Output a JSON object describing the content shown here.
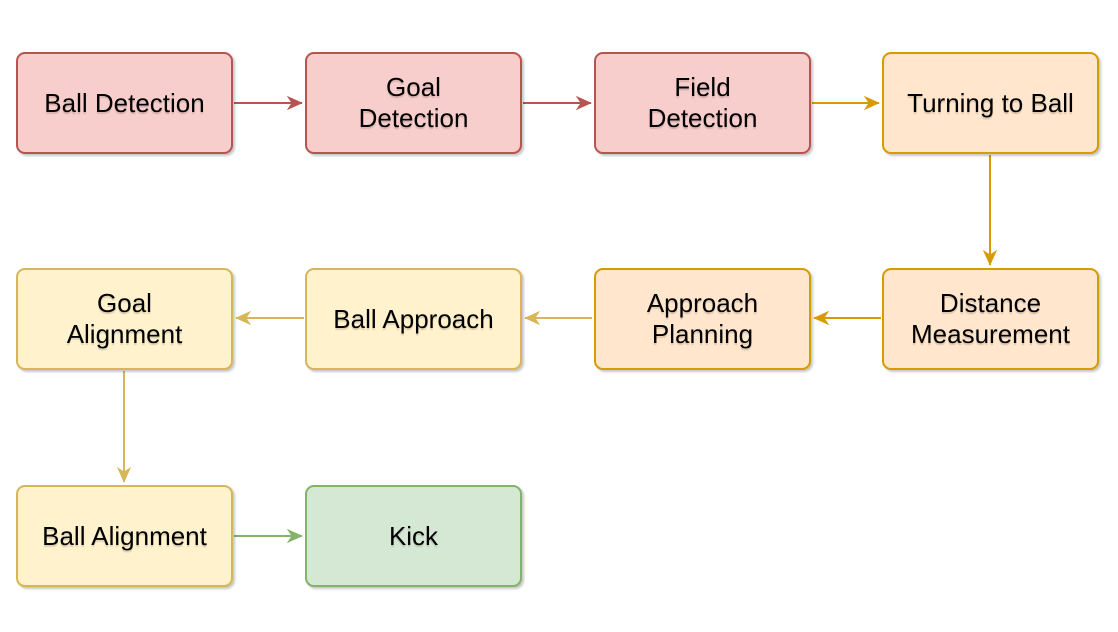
{
  "diagram": {
    "type": "flowchart",
    "background_color": "#ffffff",
    "palette": {
      "red_fill": "#F8CECC",
      "red_stroke": "#B85450",
      "orange_fill": "#FFE6CC",
      "orange_stroke": "#D79B00",
      "yellow_fill": "#FFF2CC",
      "yellow_stroke": "#D6B656",
      "green_fill": "#D5E8D4",
      "green_stroke": "#82B366",
      "text_color": "#000000"
    },
    "nodes": {
      "ball_detection": {
        "label": "Ball Detection",
        "color": "red"
      },
      "goal_detection": {
        "label": "Goal\nDetection",
        "color": "red"
      },
      "field_detection": {
        "label": "Field\nDetection",
        "color": "red"
      },
      "turning_to_ball": {
        "label": "Turning to Ball",
        "color": "orange"
      },
      "distance_measurement": {
        "label": "Distance\nMeasurement",
        "color": "orange"
      },
      "approach_planning": {
        "label": "Approach\nPlanning",
        "color": "orange"
      },
      "ball_approach": {
        "label": "Ball Approach",
        "color": "yellow"
      },
      "goal_alignment": {
        "label": "Goal\nAlignment",
        "color": "yellow"
      },
      "ball_alignment": {
        "label": "Ball Alignment",
        "color": "yellow"
      },
      "kick": {
        "label": "Kick",
        "color": "green"
      }
    },
    "edges": [
      {
        "from": "ball_detection",
        "to": "goal_detection",
        "color": "red"
      },
      {
        "from": "goal_detection",
        "to": "field_detection",
        "color": "red"
      },
      {
        "from": "field_detection",
        "to": "turning_to_ball",
        "color": "orange"
      },
      {
        "from": "turning_to_ball",
        "to": "distance_measurement",
        "color": "orange"
      },
      {
        "from": "distance_measurement",
        "to": "approach_planning",
        "color": "orange"
      },
      {
        "from": "approach_planning",
        "to": "ball_approach",
        "color": "yellow"
      },
      {
        "from": "ball_approach",
        "to": "goal_alignment",
        "color": "yellow"
      },
      {
        "from": "goal_alignment",
        "to": "ball_alignment",
        "color": "yellow"
      },
      {
        "from": "ball_alignment",
        "to": "kick",
        "color": "green"
      }
    ]
  }
}
